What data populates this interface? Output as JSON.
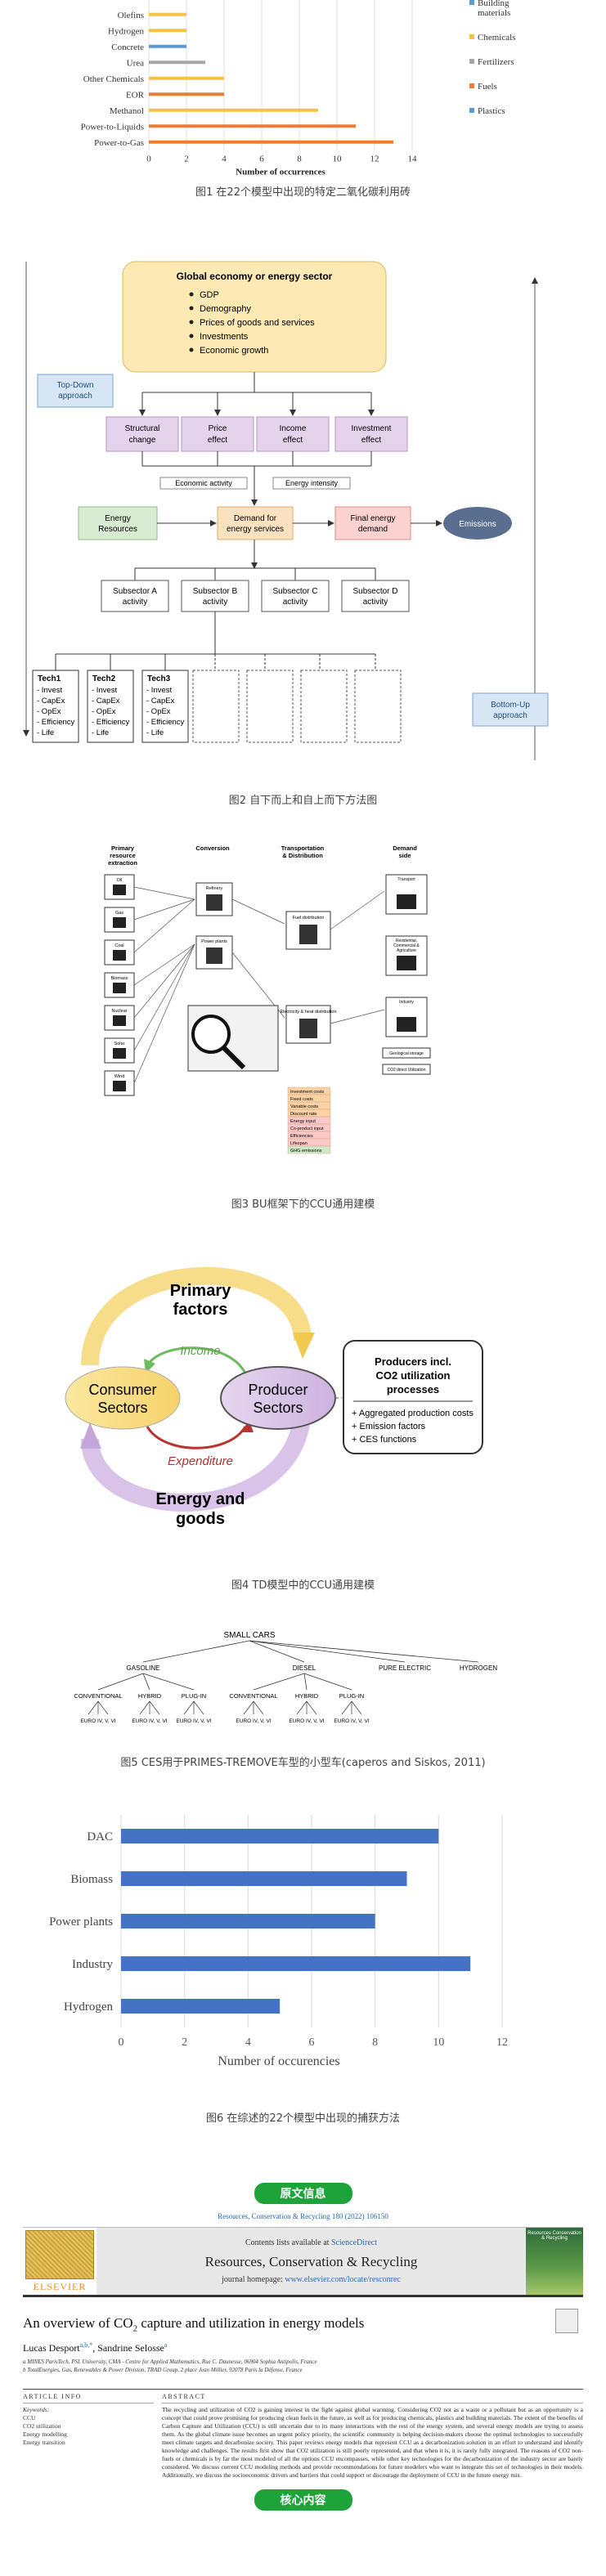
{
  "fig1": {
    "caption": "图1 在22个模型中出现的特定二氧化碳利用砖",
    "chart_data": {
      "type": "bar",
      "categories": [
        "Olefins",
        "Hydrogen",
        "Concrete",
        "Urea",
        "Other Chemicals",
        "EOR",
        "Methanol",
        "Power-to-Liquids",
        "Power-to-Gas"
      ],
      "values": [
        2,
        2,
        2,
        3,
        4,
        4,
        9,
        11,
        13
      ],
      "colors": [
        "#f5c242",
        "#f5c242",
        "#5b9bd5",
        "#a5a5a5",
        "#f5c242",
        "#ed7d31",
        "#f5c242",
        "#ed7d31",
        "#ed7d31"
      ],
      "xlabel": "Number of occurrences",
      "ylabel": "",
      "xlim": [
        0,
        14
      ],
      "xticks": [
        0,
        2,
        4,
        6,
        8,
        10,
        12,
        14
      ],
      "legend": [
        {
          "name": "Building materials",
          "color": "#5b9bd5"
        },
        {
          "name": "Chemicals",
          "color": "#f5c242"
        },
        {
          "name": "Fertilizers",
          "color": "#a5a5a5"
        },
        {
          "name": "Fuels",
          "color": "#ed7d31"
        },
        {
          "name": "Plastics",
          "color": "#5b9bd5"
        }
      ]
    }
  },
  "fig2": {
    "caption": "图2 自下而上和自上而下方法图",
    "global_title": "Global economy or energy sector",
    "global_items": [
      "GDP",
      "Demography",
      "Prices of goods and services",
      "Investments",
      "Economic growth"
    ],
    "top_down": "Top-Down approach",
    "bottom_up": "Bottom-Up approach",
    "effects": [
      "Structural change",
      "Price effect",
      "Income effect",
      "Investment effect"
    ],
    "economic_activity": "Economic activity",
    "energy_intensity": "Energy intensity",
    "energy_resources": "Energy Resources",
    "demand_services": "Demand for energy services",
    "final_demand": "Final energy demand",
    "emissions": "Emissions",
    "subsectors": [
      "Subsector A activity",
      "Subsector B activity",
      "Subsector C activity",
      "Subsector D activity"
    ],
    "techs": [
      {
        "name": "Tech1",
        "items": [
          "- Invest",
          "- CapEx",
          "- OpEx",
          "- Efficiency",
          "- Life"
        ]
      },
      {
        "name": "Tech2",
        "items": [
          "- Invest",
          "- CapEx",
          "- OpEx",
          "- Efficiency",
          "- Life"
        ]
      },
      {
        "name": "Tech3",
        "items": [
          "- Invest",
          "- CapEx",
          "- OpEx",
          "- Efficiency",
          "- Life"
        ]
      }
    ]
  },
  "fig3": {
    "caption": "图3 BU框架下的CCU通用建模",
    "col_headers": [
      "Primary resource extraction",
      "Conversion",
      "Transportation & Distribution",
      "Demand side"
    ],
    "resources": [
      "Oil",
      "Gas",
      "Coal",
      "Biomass",
      "Nuclear",
      "Solar",
      "Wind"
    ],
    "conversion": [
      "Refinery",
      "Power plants"
    ],
    "transport": [
      "Fuel distribution",
      "Electricity & heat distribution"
    ],
    "demand": [
      "Transport",
      "Residential, Commercial & Agriculture",
      "Industry"
    ],
    "storage": [
      "Geological storage",
      "CO2 direct Utilization"
    ],
    "legend_items": [
      "Investment costs",
      "Fixed costs",
      "Variable costs",
      "Discount rate",
      "Energy input",
      "Co-product input",
      "Efficiencies",
      "Lifespan",
      "GHG emissions"
    ]
  },
  "fig4": {
    "caption": "图4 TD模型中的CCU通用建模",
    "primary_factors": "Primary factors",
    "income": "Income",
    "consumer": "Consumer Sectors",
    "producer": "Producer Sectors",
    "expenditure": "Expenditure",
    "energy_goods": "Energy and goods",
    "box_title": "Producers incl. CO2 utilization processes",
    "box_items": [
      "+ Aggregated production costs",
      "+ Emission factors",
      "+ CES functions"
    ]
  },
  "fig5": {
    "caption": "图5 CES用于PRIMES-TREMOVE车型的小型车(caperos and Siskos, 2011)",
    "root": "SMALL CARS",
    "level1": [
      "GASOLINE",
      "DIESEL",
      "PURE ELECTRIC",
      "HYDROGEN"
    ],
    "level2": [
      "CONVENTIONAL",
      "HYBRID",
      "PLUG-IN",
      "CONVENTIONAL",
      "HYBRID",
      "PLUG-IN"
    ],
    "euro": "EURO IV, V, VI"
  },
  "fig6": {
    "caption": "图6 在综述的22个模型中出现的捕获方法",
    "chart_data": {
      "type": "bar",
      "categories": [
        "DAC",
        "Biomass",
        "Power plants",
        "Industry",
        "Hydrogen"
      ],
      "values": [
        10,
        9,
        8,
        11,
        5
      ],
      "color": "#4472c4",
      "xlabel": "Number of occurencies",
      "ylabel": "",
      "xlim": [
        0,
        12
      ],
      "xticks": [
        0,
        2,
        4,
        6,
        8,
        10,
        12
      ]
    }
  },
  "paper": {
    "top_pill": "原文信息",
    "ref": "Resources, Conservation & Recycling 180 (2022) 106150",
    "contents": "Contents lists available at",
    "science_direct": "ScienceDirect",
    "journal": "Resources, Conservation & Recycling",
    "homepage": "journal homepage:",
    "homepage_url": "www.elsevier.com/locate/resconrec",
    "elsevier": "ELSEVIER",
    "cover": "Resources Conservation & Recycling",
    "title_a": "An overview of CO",
    "title_sub": "2",
    "title_b": " capture and utilization in energy models",
    "author1": "Lucas Desport",
    "author1_sup": "a,b,*",
    "sep": ", ",
    "author2": "Sandrine Selosse",
    "author2_sup": "a",
    "affil1": "a MINES ParisTech, PSL University, CMA - Centre for Applied Mathematics, Rue C. Daunesse, 06904 Sophia Antipolis, France",
    "affil2": "b TotalEnergies, Gas, Renewables & Power Division, TRAD Group, 2 place Jean Millier, 92078 Paris la Défense, France",
    "article_info": "ARTICLE INFO",
    "abstract_hdr": "ABSTRACT",
    "keywords_label": "Keywords:",
    "keywords": [
      "CCU",
      "CO2 utilization",
      "Energy modelling",
      "Energy transition"
    ],
    "abstract": "The recycling and utilization of CO2 is gaining interest in the fight against global warming. Considering CO2 not as a waste or a pollutant but as an opportunity is a concept that could prove promising for producing clean fuels in the future, as well as for producing chemicals, plastics and building materials. The extent of the benefits of Carbon Capture and Utilization (CCU) is still uncertain due to its many interactions with the rest of the energy system, and several energy models are trying to assess them. As the global climate issue becomes an urgent policy priority, the scientific community is helping decision-makers choose the optimal technologies to successfully meet climate targets and decarbonize society. This paper reviews energy models that represent CCU as a decarbonization solution in an effort to understand and identify knowledge and challenges. The results first show that CO2 utilization is still poorly represented, and that when it is, it is rarely fully integrated. The reasons of CO2 non-fuels or chemicals is by far the most modeled of all the options CCU encompasses, while other key technologies for the decarbonization of the industry sector are barely considered. We discuss current CCU modeling methods and provide recommendations for future modelers who want to integrate this set of technologies in their models. Additionally, we discuss the socioeconomic drivers and barriers that could support or discourage the deployment of CCU in the future energy mix.",
    "bottom_pill": "核心内容"
  }
}
